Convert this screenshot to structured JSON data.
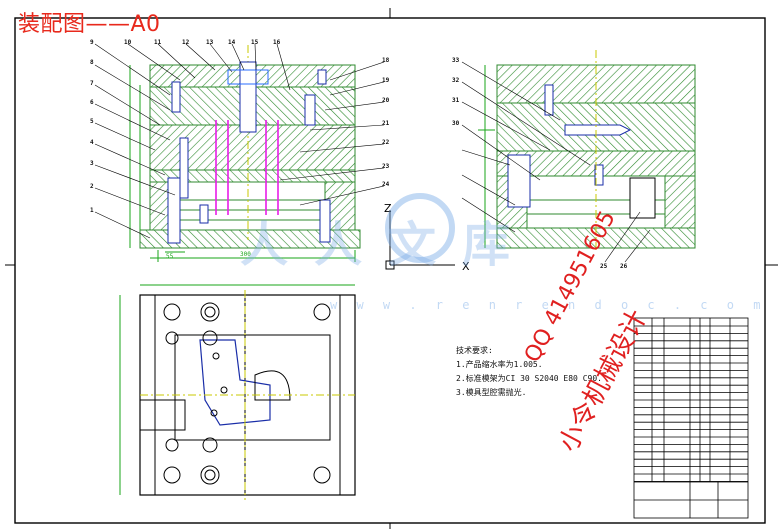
{
  "drawing": {
    "title": "装配图——A0",
    "tech_requirements": {
      "heading": "技术要求:",
      "lines": [
        "1.产品缩水率为1.005.",
        "2.标准模架为CI 30 S2040 E80 C90.",
        "3.模具型腔需抛光."
      ]
    },
    "watermarks": {
      "qq": "QQ 414951605",
      "author": "小令机械设计",
      "brand": "人人文库",
      "url": "w w w . r e n r e n d o c . c o m"
    },
    "axis_labels": {
      "x": "X",
      "y": "Z"
    },
    "part_numbers_top": [
      "10",
      "11",
      "12",
      "13",
      "14",
      "15",
      "16"
    ],
    "part_numbers_left": [
      "9",
      "8",
      "7",
      "6",
      "5",
      "4",
      "3",
      "2",
      "1"
    ],
    "part_numbers_right": [
      "18",
      "19",
      "20",
      "21",
      "22",
      "23",
      "24"
    ],
    "part_numbers_side": [
      "33",
      "32",
      "31",
      "30",
      "25",
      "26"
    ],
    "colors": {
      "frame": "#000000",
      "hatch": "#2f8a2f",
      "dimension": "#1aa51a",
      "centerline": "#c8c800",
      "part_outline": "#1a2ea8",
      "ejector": "#e81ce8",
      "title": "#e8291c"
    }
  }
}
